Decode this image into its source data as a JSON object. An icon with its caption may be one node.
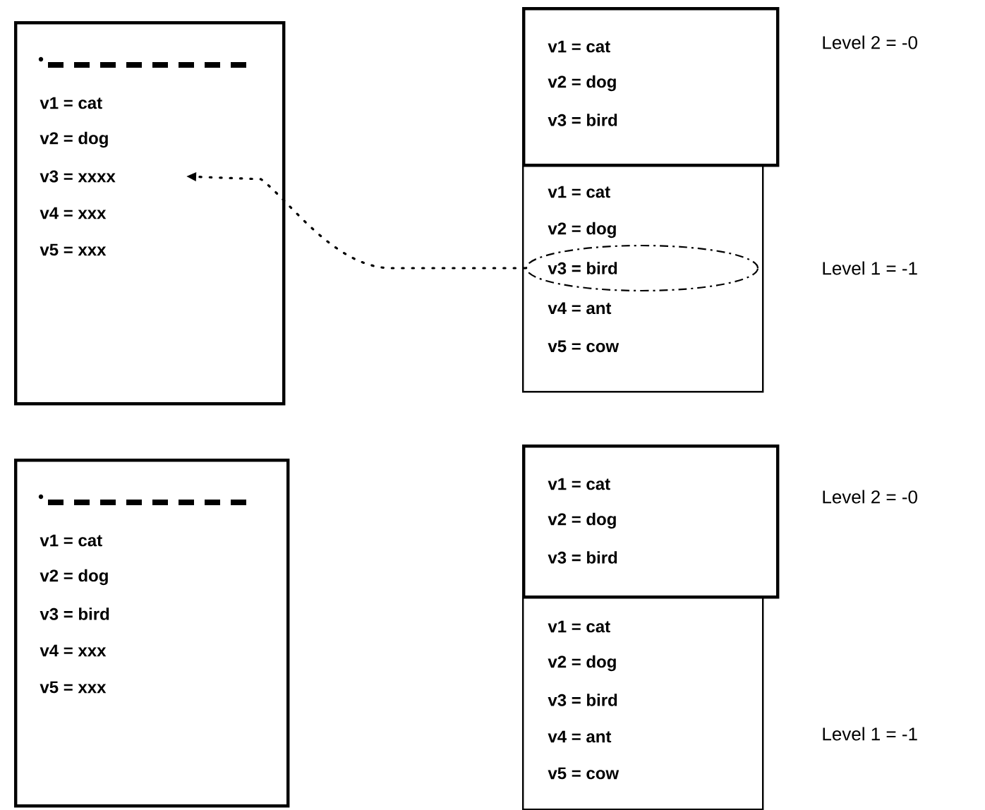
{
  "diagram": {
    "nodes": [
      {
        "text": [
          "v1 = cat",
          "v2 = dog",
          "v3 = xxxx",
          "v4 = xxx",
          "v5 = xxx"
        ]
      },
      {
        "text": [
          "v1 = cat",
          "v2 = dog",
          "v3 = bird"
        ],
        "beside": [
          "Level 2 = -0"
        ]
      },
      {
        "text": [
          "v1 = cat",
          "v2 = dog",
          "v4 = ant",
          "v5 = cow"
        ],
        "beside": [
          "Level 1 = -1"
        ]
      },
      {
        "text": [
          "v3 = bird"
        ],
        "in": 2
      },
      {
        "text": [
          "v1 = cat",
          "v2 = dog",
          "v3 = bird",
          "v4 = xxx",
          "v5 = xxx"
        ]
      },
      {
        "text": [
          "v1 = cat",
          "v2 = dog",
          "v3 = bird"
        ],
        "beside": [
          "Level 2 = -0"
        ]
      },
      {
        "text": [
          "v1 = cat",
          "v2 = dog",
          "v3 = bird",
          "v4 = ant",
          "v5 = cow"
        ],
        "beside": [
          "Level 1 = -1"
        ]
      }
    ],
    "edges": [
      {
        "from": 3,
        "to": 0,
        "arrow": "to",
        "style": "dashed"
      }
    ]
  }
}
